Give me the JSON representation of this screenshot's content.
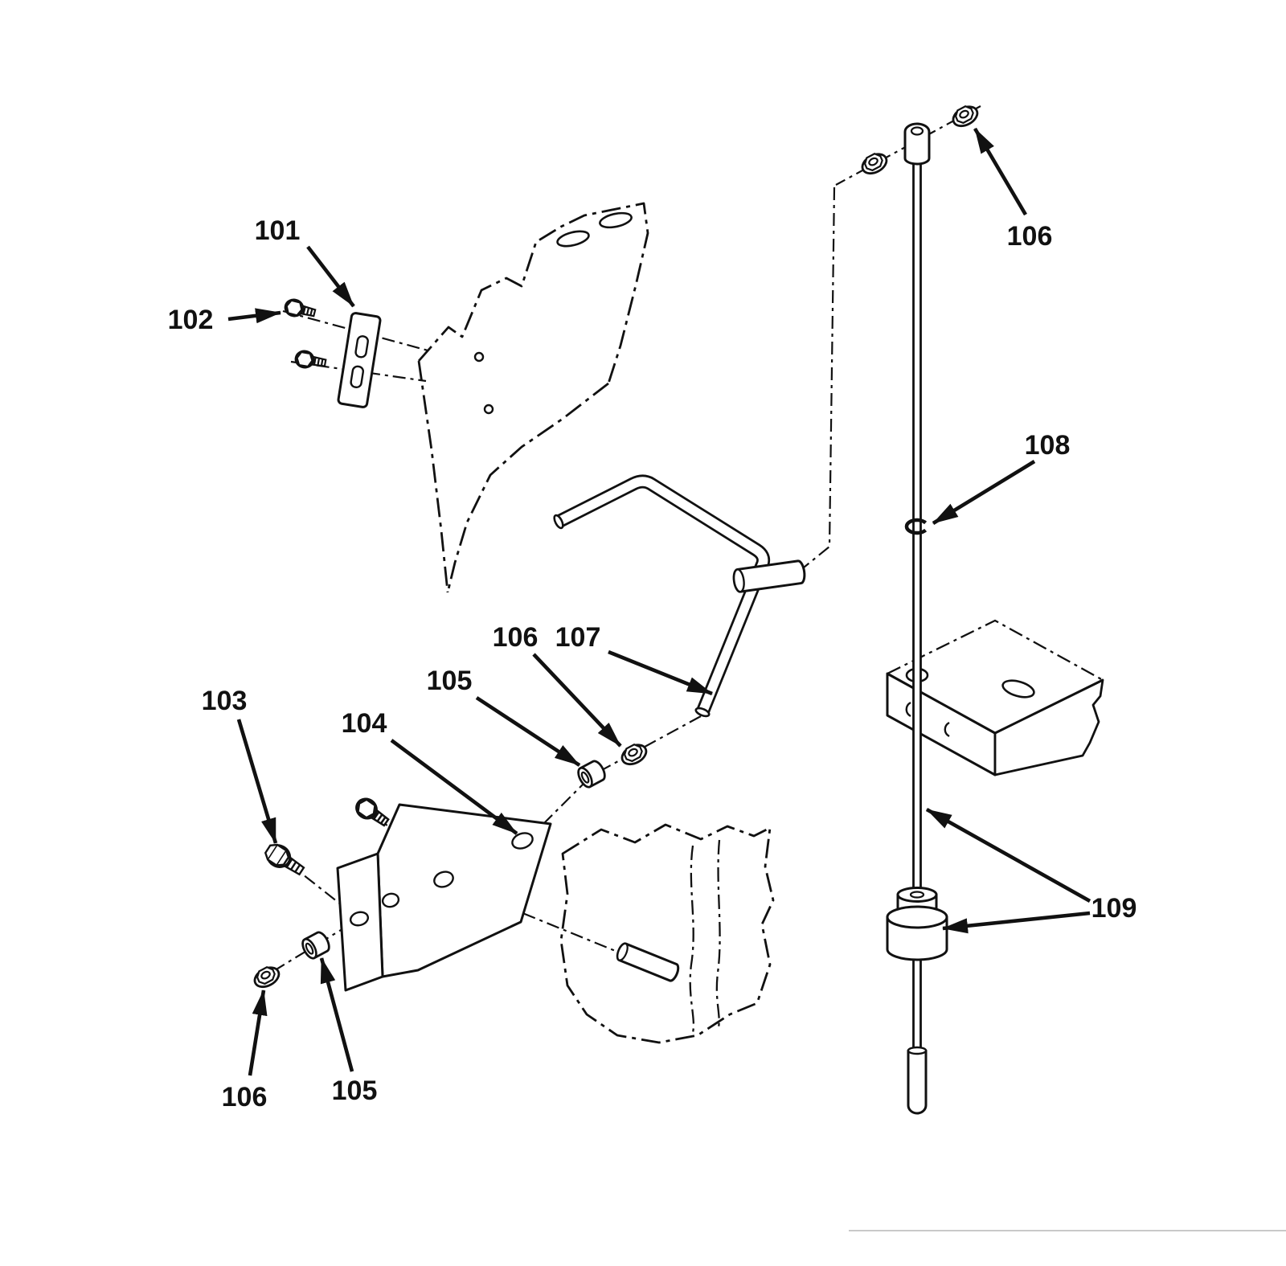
{
  "diagram": {
    "kind": "exploded-parts-diagram",
    "background_color": "#ffffff",
    "line_color": "#111111",
    "faint_line_color": "#c9c9c9",
    "callouts": [
      {
        "id": "callout-101",
        "label": "101"
      },
      {
        "id": "callout-102",
        "label": "102"
      },
      {
        "id": "callout-106-top",
        "label": "106"
      },
      {
        "id": "callout-108",
        "label": "108"
      },
      {
        "id": "callout-106-mid",
        "label": "106"
      },
      {
        "id": "callout-107",
        "label": "107"
      },
      {
        "id": "callout-105-mid",
        "label": "105"
      },
      {
        "id": "callout-104",
        "label": "104"
      },
      {
        "id": "callout-103",
        "label": "103"
      },
      {
        "id": "callout-106-bottom",
        "label": "106"
      },
      {
        "id": "callout-105-bottom",
        "label": "105"
      },
      {
        "id": "callout-109",
        "label": "109"
      }
    ]
  }
}
